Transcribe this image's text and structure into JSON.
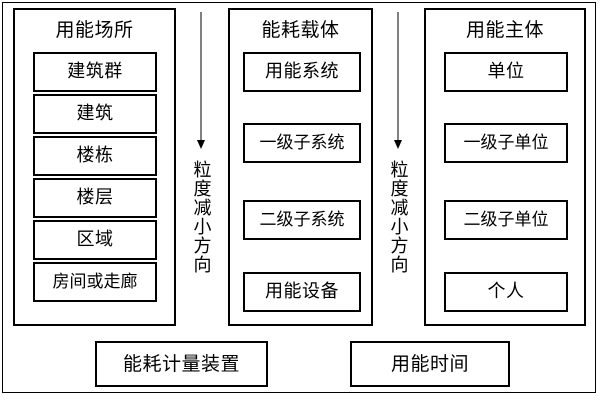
{
  "diagram": {
    "columns": [
      {
        "id": "place",
        "title": "用能场所",
        "items": [
          {
            "label": "建筑群"
          },
          {
            "label": "建筑"
          },
          {
            "label": "楼栋"
          },
          {
            "label": "楼层"
          },
          {
            "label": "区域"
          },
          {
            "label": "房间或走廊"
          }
        ]
      },
      {
        "id": "carrier",
        "title": "能耗载体",
        "items": [
          {
            "label": "用能系统"
          },
          {
            "label": "一级子系统"
          },
          {
            "label": "二级子系统"
          },
          {
            "label": "用能设备"
          }
        ]
      },
      {
        "id": "subject",
        "title": "用能主体",
        "items": [
          {
            "label": "单位"
          },
          {
            "label": "一级子单位"
          },
          {
            "label": "二级子单位"
          },
          {
            "label": "个人"
          }
        ]
      }
    ],
    "arrows": [
      {
        "id": "arrow-1",
        "label": "粒度减小方向",
        "direction": "down"
      },
      {
        "id": "arrow-2",
        "label": "粒度减小方向",
        "direction": "down"
      }
    ],
    "bottom_boxes": [
      {
        "id": "meter",
        "label": "能耗计量装置"
      },
      {
        "id": "time",
        "label": "用能时间"
      }
    ],
    "colors": {
      "line": "#000000",
      "background": "#ffffff",
      "text": "#000000"
    }
  }
}
